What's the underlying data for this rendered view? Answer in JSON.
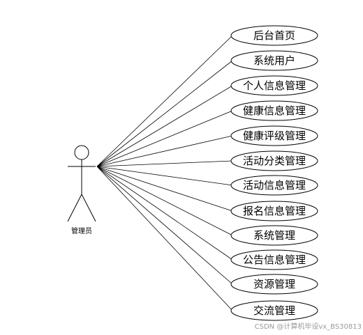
{
  "actor": {
    "name": "管理员",
    "icon": "stick-figure-icon"
  },
  "use_cases": [
    {
      "label": "后台首页"
    },
    {
      "label": "系统用户"
    },
    {
      "label": "个人信息管理"
    },
    {
      "label": "健康信息管理"
    },
    {
      "label": "健康评级管理"
    },
    {
      "label": "活动分类管理"
    },
    {
      "label": "活动信息管理"
    },
    {
      "label": "报名信息管理"
    },
    {
      "label": "系统管理"
    },
    {
      "label": "公告信息管理"
    },
    {
      "label": "资源管理"
    },
    {
      "label": "交流管理"
    }
  ],
  "watermark": "CSDN @计算机毕设vx_BS30813",
  "colors": {
    "stroke": "#000000",
    "background": "#ffffff",
    "watermark": "#9a9a9a"
  }
}
